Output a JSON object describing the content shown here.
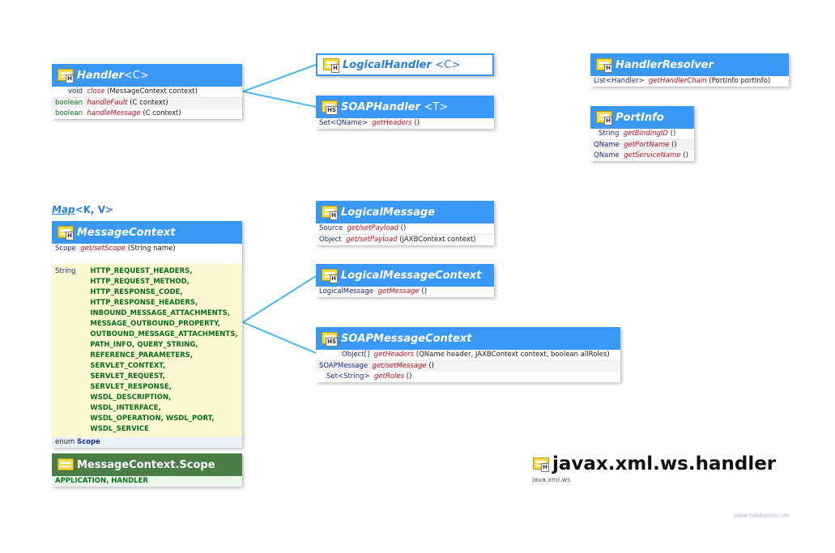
{
  "package": {
    "title": "javax.xml.ws.handler",
    "module": "java.xml.ws",
    "icon": "class-folder-icon"
  },
  "watermark": "www.falkhausen.de",
  "colors": {
    "header_blue": "#3a98f5",
    "header_green": "#4b7d47",
    "connector": "#4ab8f0"
  },
  "handler": {
    "name": "Handler",
    "generic": "<C>",
    "tag": "H",
    "rows": [
      {
        "type": "void",
        "method": "close",
        "params": "(MessageContext context)"
      },
      {
        "type": "boolean",
        "method": "handleFault",
        "params": "(C context)"
      },
      {
        "type": "boolean",
        "method": "handleMessage",
        "params": "(C context)"
      }
    ]
  },
  "logicalHandler": {
    "name": "LogicalHandler",
    "generic": "<C>",
    "tag": "H"
  },
  "soapHandler": {
    "name": "SOAPHandler",
    "generic": "<T>",
    "tag": "HS",
    "rows": [
      {
        "type": "Set<QName>",
        "method": "getHeaders",
        "params": "()"
      }
    ]
  },
  "handlerResolver": {
    "name": "HandlerResolver",
    "tag": "H",
    "rows": [
      {
        "type": "List<Handler>",
        "method": "getHandlerChain",
        "params": "(PortInfo portInfo)"
      }
    ]
  },
  "portInfo": {
    "name": "PortInfo",
    "tag": "H",
    "rows": [
      {
        "type": "String",
        "method": "getBindingID",
        "params": "()"
      },
      {
        "type": "QName",
        "method": "getPortName",
        "params": "()"
      },
      {
        "type": "QName",
        "method": "getServiceName",
        "params": "()"
      }
    ]
  },
  "mapLink": {
    "name": "Map",
    "generic": "<K, V>"
  },
  "messageContext": {
    "name": "MessageContext",
    "tag": "H",
    "scopeRow": {
      "type": "Scope",
      "method": "get/setScope",
      "params": "(String name)"
    },
    "fieldType": "String",
    "fields": [
      "HTTP_REQUEST_HEADERS,",
      "HTTP_REQUEST_METHOD,",
      "HTTP_RESPONSE_CODE,",
      "HTTP_RESPONSE_HEADERS,",
      "INBOUND_MESSAGE_ATTACHMENTS,",
      "MESSAGE_OUTBOUND_PROPERTY,",
      "OUTBOUND_MESSAGE_ATTACHMENTS,",
      "PATH_INFO, QUERY_STRING,",
      "REFERENCE_PARAMETERS,",
      "SERVLET_CONTEXT, SERVLET_REQUEST,",
      "SERVLET_RESPONSE,",
      "WSDL_DESCRIPTION, WSDL_INTERFACE,",
      "WSDL_OPERATION, WSDL_PORT,",
      "WSDL_SERVICE"
    ],
    "enumKeyword": "enum",
    "enumName": "Scope"
  },
  "messageContextScope": {
    "name": "MessageContext.Scope",
    "values": "APPLICATION, HANDLER"
  },
  "logicalMessage": {
    "name": "LogicalMessage",
    "tag": "H",
    "rows": [
      {
        "type": "Source",
        "method": "get/setPayload",
        "params": "()"
      },
      {
        "type": "Object",
        "method": "get/setPayload",
        "params": "(JAXBContext context)"
      }
    ]
  },
  "logicalMessageContext": {
    "name": "LogicalMessageContext",
    "tag": "H",
    "rows": [
      {
        "type": "LogicalMessage",
        "method": "getMessage",
        "params": "()"
      }
    ]
  },
  "soapMessageContext": {
    "name": "SOAPMessageContext",
    "tag": "HS",
    "rows": [
      {
        "type": "Object[]",
        "method": "getHeaders",
        "params": "(QName header, JAXBContext context, boolean allRoles)"
      },
      {
        "type": "SOAPMessage",
        "method": "get/setMessage",
        "params": "()"
      },
      {
        "type": "Set<String>",
        "method": "getRoles",
        "params": "()"
      }
    ]
  }
}
